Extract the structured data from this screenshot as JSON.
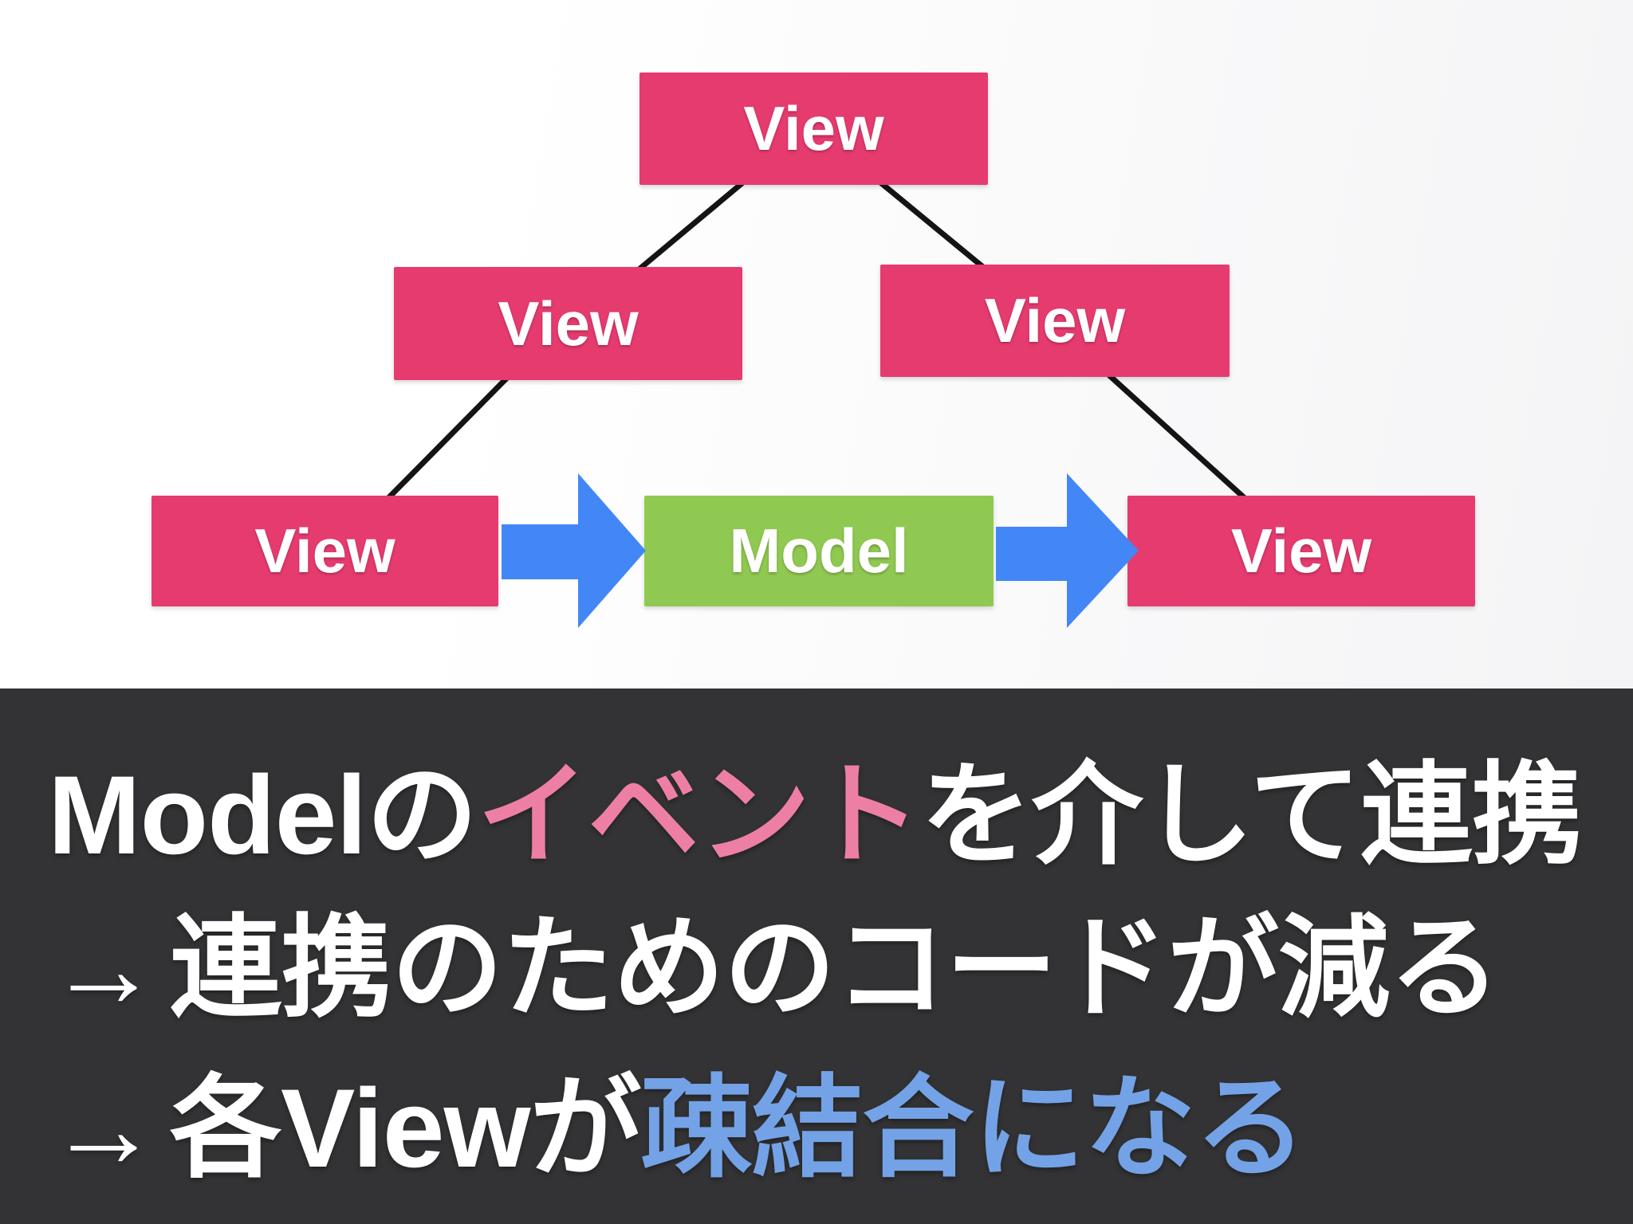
{
  "slide": {
    "top_background": "#fbfbfc",
    "band_background": "#333335"
  },
  "diagram": {
    "connector_color": "#141414",
    "arrow_color": "#4287f5",
    "label_color": "#ffffff",
    "view_box_color": "#e63b6f",
    "model_box_color": "#90c951",
    "boxes": [
      {
        "name": "view-root",
        "label": "View",
        "color": "#e63b6f"
      },
      {
        "name": "view-child-left",
        "label": "View",
        "color": "#e63b6f"
      },
      {
        "name": "view-child-right",
        "label": "View",
        "color": "#e63b6f"
      },
      {
        "name": "view-leaf-left",
        "label": "View",
        "color": "#e63b6f"
      },
      {
        "name": "model",
        "label": "Model",
        "color": "#90c951"
      },
      {
        "name": "view-leaf-right",
        "label": "View",
        "color": "#e63b6f"
      }
    ]
  },
  "caption": {
    "lines": [
      {
        "segments": [
          {
            "text": "Modelの",
            "color": "#ffffff"
          },
          {
            "text": "イベント",
            "color": "#ee7fa4"
          },
          {
            "text": "を介して連携",
            "color": "#ffffff"
          }
        ]
      },
      {
        "arrow": "→",
        "segments": [
          {
            "text": "連携のためのコードが減る",
            "color": "#ffffff"
          }
        ]
      },
      {
        "arrow": "→",
        "segments": [
          {
            "text": "各Viewが",
            "color": "#ffffff"
          },
          {
            "text": "疎結合になる",
            "color": "#74a2e6"
          }
        ]
      }
    ]
  }
}
